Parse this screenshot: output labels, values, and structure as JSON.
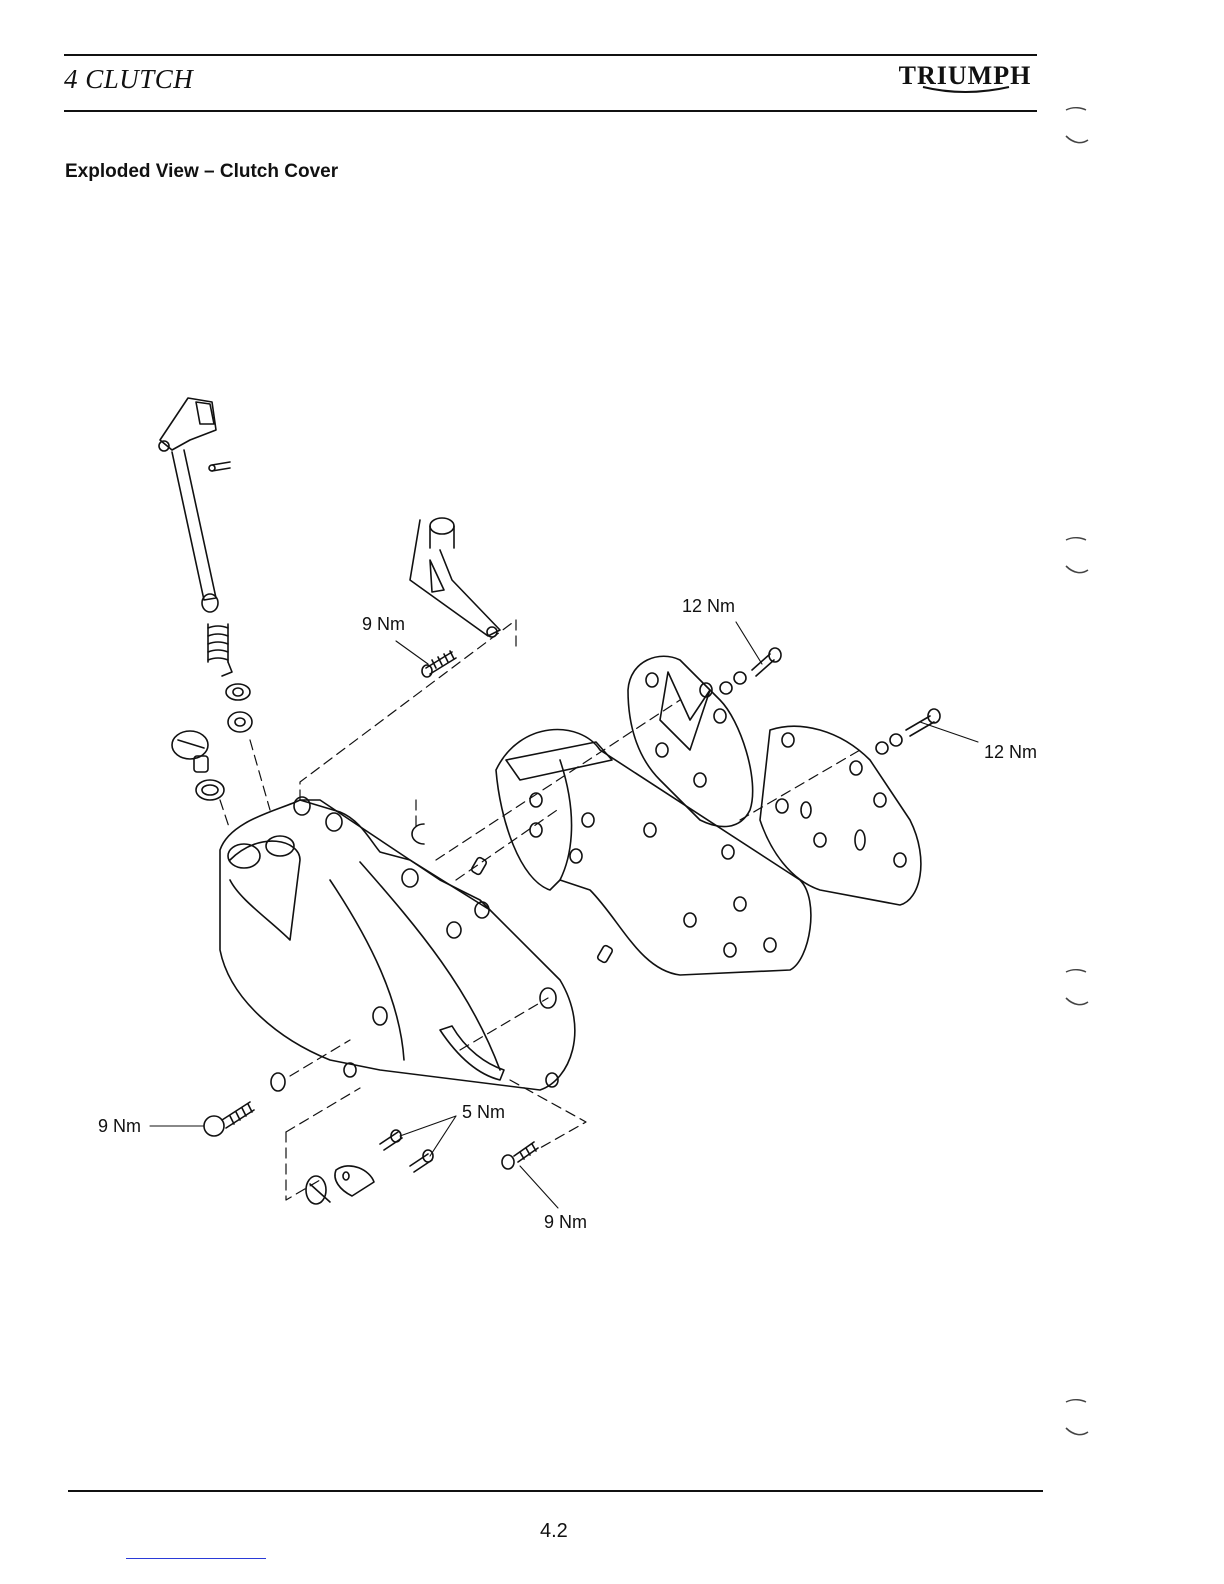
{
  "header": {
    "chapter_title": "4 CLUTCH",
    "brand_logo_text": "TRIUMPH"
  },
  "section": {
    "heading": "Exploded View – Clutch Cover"
  },
  "diagram": {
    "torque_labels": {
      "lever_bolt": "9 Nm",
      "plate_screw_upper": "12 Nm",
      "plate_screw_right": "12 Nm",
      "cover_bolt_left": "9 Nm",
      "cover_small_screws": "5 Nm",
      "cover_bolt_bottom": "9 Nm"
    }
  },
  "footer": {
    "page_number": "4.2"
  },
  "colors": {
    "ink": "#111111",
    "link": "#2a3ad8"
  }
}
